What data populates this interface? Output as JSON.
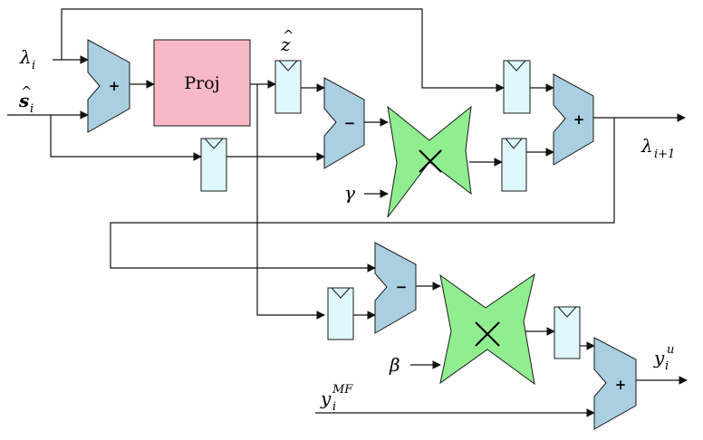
{
  "inputs": {
    "lambda_i": {
      "symbol": "λ",
      "sub": "i"
    },
    "s_hat_i": {
      "symbol": "s",
      "hat": "^",
      "sub": "i"
    },
    "gamma": {
      "symbol": "γ"
    },
    "beta": {
      "symbol": "β"
    },
    "y_mf": {
      "symbol": "y",
      "sub": "i",
      "sup": "MF"
    }
  },
  "outputs": {
    "lambda_next": {
      "symbol": "λ",
      "sub": "i+1"
    },
    "y_u": {
      "symbol": "y",
      "sub": "i",
      "sup": "u"
    }
  },
  "blocks": {
    "proj_label": "Proj",
    "z_hat": {
      "symbol": "z",
      "hat": "^"
    }
  },
  "ops": {
    "add": "+",
    "sub": "−",
    "mul": "×"
  },
  "colors": {
    "adder_fill": "#a9cfe0",
    "register_fill": "#def8fb",
    "multiplier_fill": "#90ee90",
    "proj_fill": "#f7b9c6",
    "wire": "#111111"
  }
}
